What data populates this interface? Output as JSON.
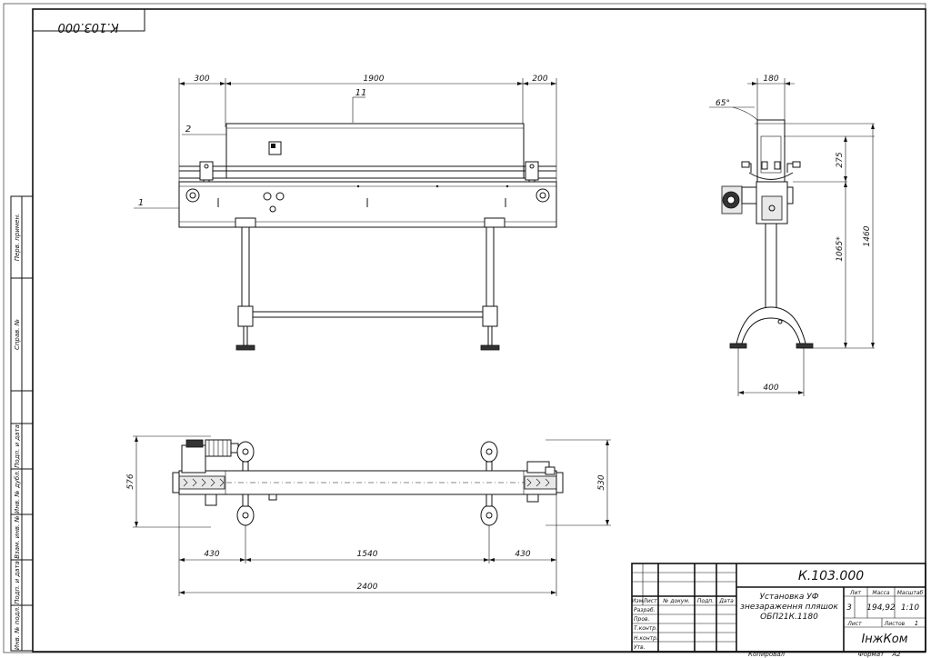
{
  "sheet": {
    "stamp_code": "К.103.000",
    "side_labels": [
      "Перв. примен.",
      "Справ. №",
      "Подп. и дата",
      "Инв. № дубл.",
      "Взам. инв. №",
      "Подп. и дата",
      "Инв. № подл."
    ]
  },
  "front_view": {
    "dim_left": "300",
    "dim_main": "1900",
    "dim_right": "200",
    "leader_11": "11",
    "leader_2": "2",
    "leader_1": "1"
  },
  "side_view": {
    "dim_width": "180",
    "angle": "65°",
    "dim_275": "275",
    "dim_1065": "1065*",
    "dim_1460": "1460",
    "dim_base": "400"
  },
  "top_view": {
    "dim_576": "576",
    "dim_530": "530",
    "dim_430_left": "430",
    "dim_1540": "1540",
    "dim_430_right": "430",
    "dim_2400": "2400"
  },
  "title_block": {
    "designation": "К.103.000",
    "title_line1": "Установка УФ",
    "title_line2": "знезараження пляшок",
    "title_line3": "ОБП21К.1180",
    "col_lit": "Лит",
    "col_mass": "Масса",
    "col_scale": "Масштаб",
    "lit_value": "3",
    "mass_value": "194,92",
    "scale_value": "1:10",
    "sheet_label": "Лист",
    "sheets_label": "Листов",
    "sheets_value": "1",
    "company": "ІнжКом",
    "rev_headers": [
      "Изм",
      "Лист",
      "№ докум.",
      "Подп.",
      "Дата"
    ],
    "rows": [
      "Разраб.",
      "Пров.",
      "Т.контр.",
      "",
      "Н.контр.",
      "Утв."
    ],
    "copied": "Копировал",
    "format_label": "Формат",
    "format_value": "А2"
  }
}
